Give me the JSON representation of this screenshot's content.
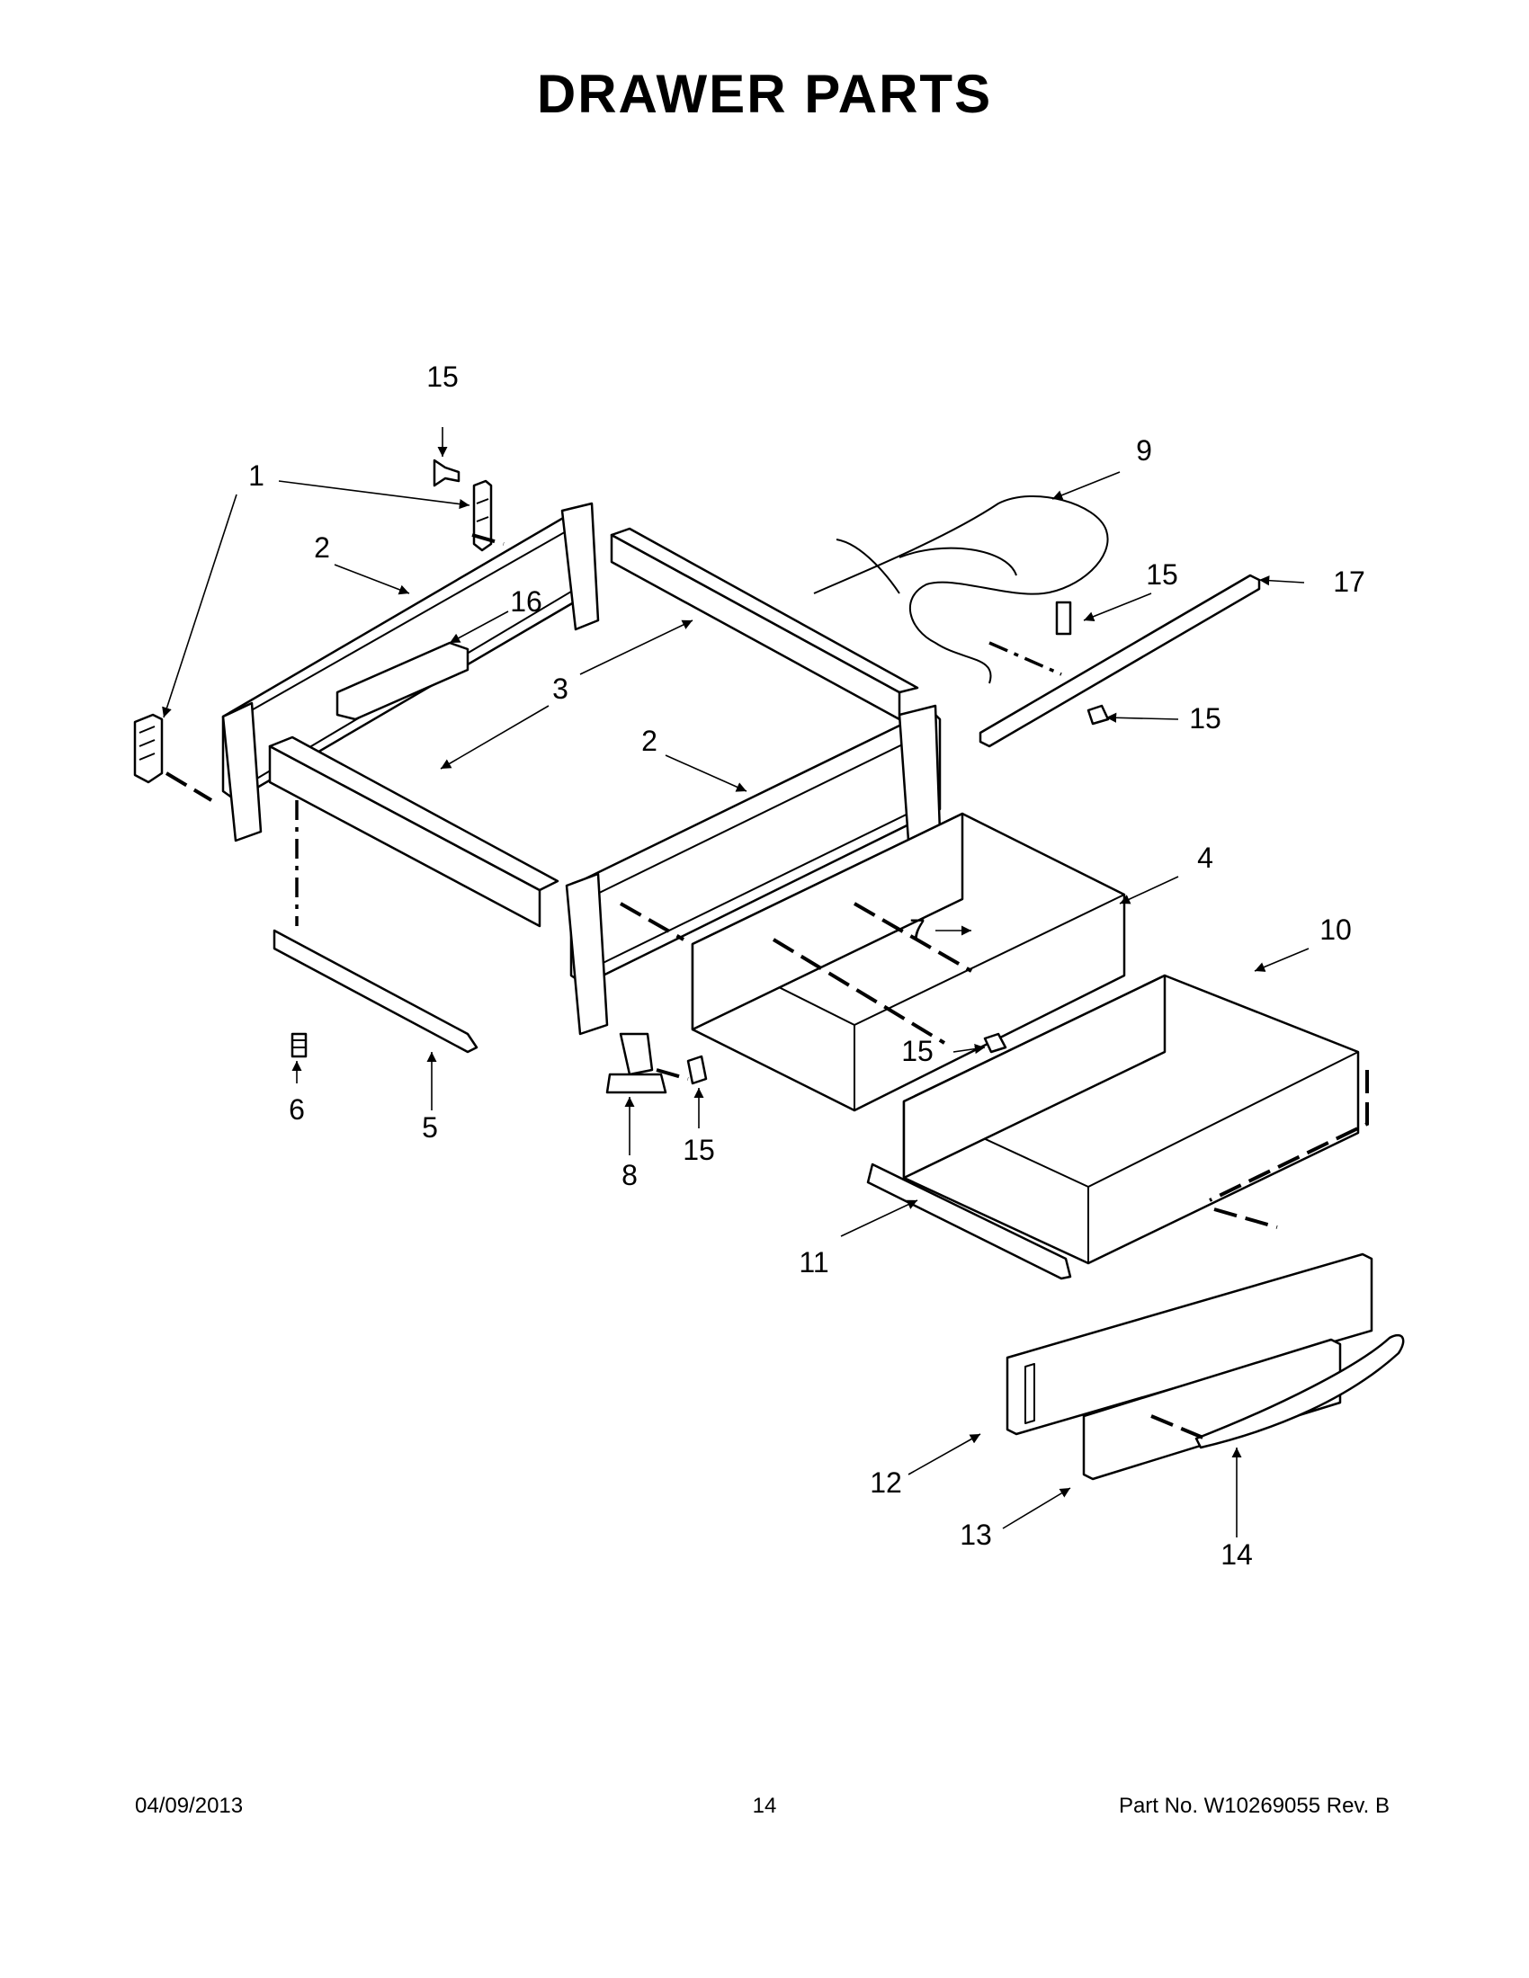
{
  "title": "DRAWER PARTS",
  "footer": {
    "date": "04/09/2013",
    "page": "14",
    "part_no": "Part No.  W10269055  Rev.  B"
  },
  "callouts": [
    {
      "id": "c-15a",
      "label": "15"
    },
    {
      "id": "c-1",
      "label": "1"
    },
    {
      "id": "c-2a",
      "label": "2"
    },
    {
      "id": "c-16",
      "label": "16"
    },
    {
      "id": "c-3",
      "label": "3"
    },
    {
      "id": "c-2b",
      "label": "2"
    },
    {
      "id": "c-9",
      "label": "9"
    },
    {
      "id": "c-15b",
      "label": "15"
    },
    {
      "id": "c-17",
      "label": "17"
    },
    {
      "id": "c-15c",
      "label": "15"
    },
    {
      "id": "c-4",
      "label": "4"
    },
    {
      "id": "c-10",
      "label": "10"
    },
    {
      "id": "c-7",
      "label": "7"
    },
    {
      "id": "c-15d",
      "label": "15"
    },
    {
      "id": "c-6",
      "label": "6"
    },
    {
      "id": "c-5",
      "label": "5"
    },
    {
      "id": "c-8",
      "label": "8"
    },
    {
      "id": "c-15e",
      "label": "15"
    },
    {
      "id": "c-11",
      "label": "11"
    },
    {
      "id": "c-12",
      "label": "12"
    },
    {
      "id": "c-13",
      "label": "13"
    },
    {
      "id": "c-14",
      "label": "14"
    }
  ]
}
